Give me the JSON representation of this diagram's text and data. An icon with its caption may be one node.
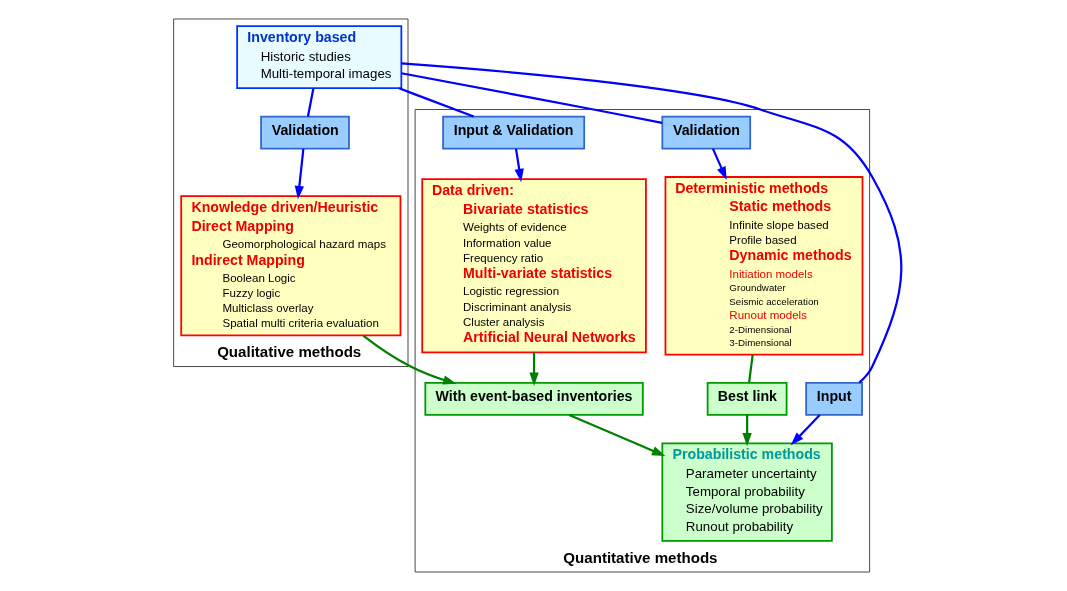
{
  "diagram": {
    "nodes": [
      {
        "text": [
          "Qualitative methods"
        ]
      },
      {
        "text": [
          "Quantitative methods"
        ]
      },
      {
        "text": [
          "Inventory based",
          "Historic studies",
          "Multi-temporal images"
        ],
        "in": 0
      },
      {
        "text": [
          "Validation"
        ],
        "in": 0
      },
      {
        "text": [
          "Knowledge driven/Heuristic",
          "Direct Mapping",
          "Geomorphological hazard maps",
          "Indirect Mapping",
          "Boolean Logic",
          "Fuzzy logic",
          "Multiclass overlay",
          "Spatial multi criteria evaluation"
        ],
        "in": 0
      },
      {
        "text": [
          "Input"
        ],
        "in": 1
      },
      {
        "text": [
          "Probabilistic methods",
          "Parameter uncertainty",
          "Temporal probability",
          "Size/volume probability",
          "Runout probability"
        ],
        "in": 1
      },
      {
        "text": [
          "With event-based inventories"
        ],
        "in": 1
      },
      {
        "text": [
          "Input & Validation"
        ],
        "in": 1
      },
      {
        "text": [
          "Validation"
        ],
        "in": 1
      },
      {
        "text": [
          "Best link"
        ],
        "in": 1
      },
      {
        "text": [
          "Data driven:",
          "Bivariate statistics",
          "Weights of evidence",
          "Information value",
          "Frequency ratio",
          "Multi-variate statistics",
          "Logistic regression",
          "Discriminant analysis",
          "Cluster analysis",
          "Artificial Neural Networks"
        ],
        "in": 1
      },
      {
        "text": [
          "Deterministic methods",
          "Static methods",
          "Infinite slope based",
          "Profile based",
          "Dynamic methods",
          "Initiation models",
          "Groundwater",
          "Seismic acceleration",
          "Runout models",
          "2-Dimensional",
          "3-Dimensional"
        ],
        "in": 1
      }
    ],
    "edges": [
      {
        "from": 2,
        "to": 5,
        "arrow": "none"
      },
      {
        "from": 5,
        "to": 6,
        "arrow": "to"
      },
      {
        "from": 2,
        "to": 3,
        "arrow": "none"
      },
      {
        "from": 3,
        "to": 4,
        "arrow": "to"
      },
      {
        "from": 2,
        "to": 8,
        "arrow": "none"
      },
      {
        "from": 8,
        "to": 11,
        "arrow": "to"
      },
      {
        "from": 2,
        "to": 9,
        "arrow": "none"
      },
      {
        "from": 9,
        "to": 12,
        "arrow": "to"
      },
      {
        "from": 4,
        "to": 7,
        "arrow": "to",
        "color": "#008000"
      },
      {
        "from": 11,
        "to": 7,
        "arrow": "to",
        "color": "#008000"
      },
      {
        "from": 7,
        "to": 6,
        "arrow": "to",
        "color": "#008000"
      },
      {
        "from": 12,
        "to": 10,
        "arrow": "none",
        "color": "#008000"
      },
      {
        "from": 10,
        "to": 6,
        "arrow": "to",
        "color": "#008000"
      }
    ]
  }
}
